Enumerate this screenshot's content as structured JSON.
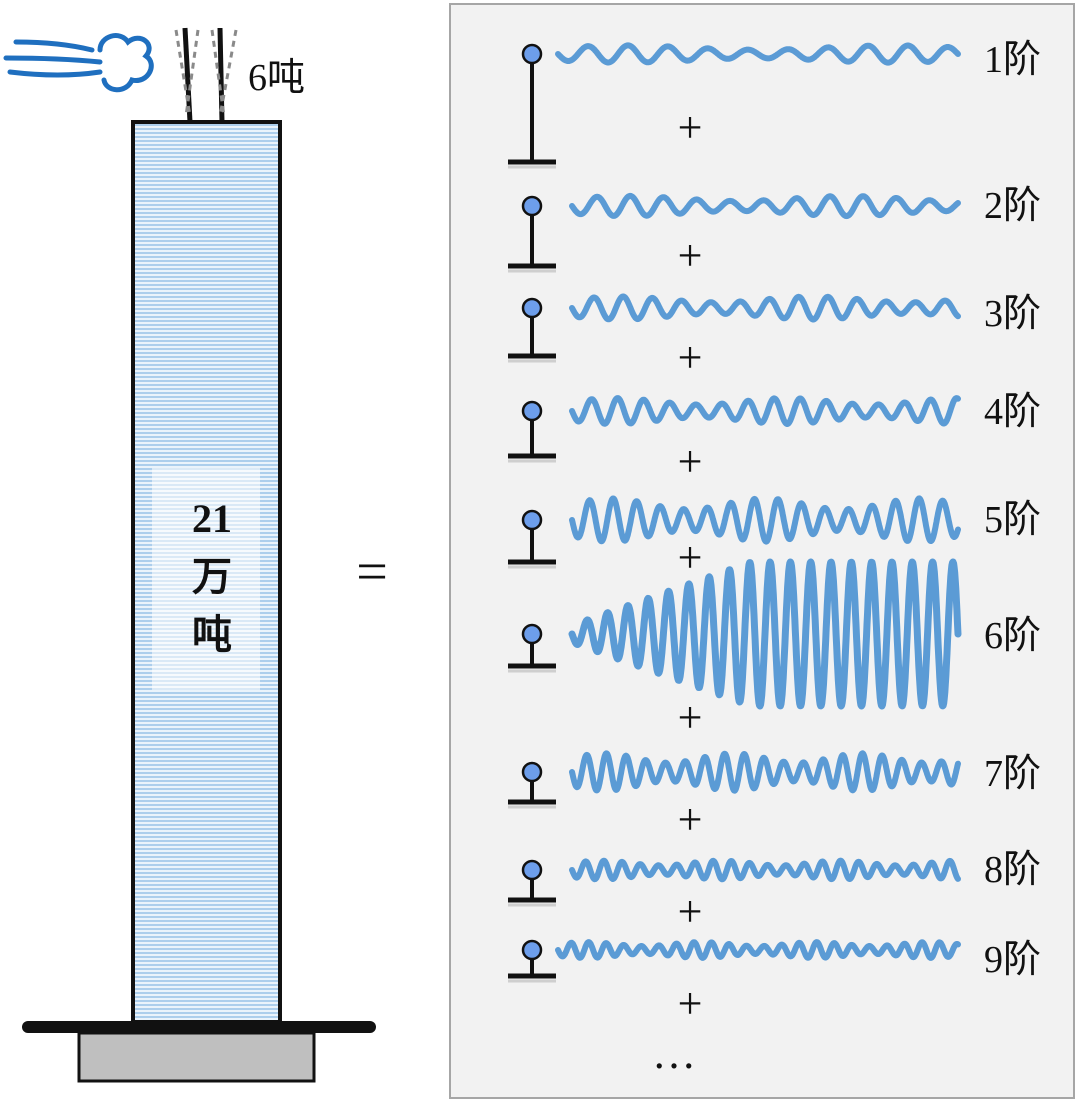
{
  "colors": {
    "wave": "#5b9bd5",
    "wind": "#1f6fbf",
    "tower_fill": "#eaf3fb",
    "tower_lines": "#6fa8dc",
    "panel_bg": "#f2f2f2",
    "panel_border": "#a6a6a6",
    "node_fill": "#6d9eeb",
    "foundation": "#bfbfbf"
  },
  "icons": {
    "wind": "wind-gust-icon"
  },
  "tower": {
    "top_mass_label": "6吨",
    "mass_line1": "21",
    "mass_line2": "万",
    "mass_line3": "吨"
  },
  "equals_sign": "=",
  "plus_sign": "+",
  "ellipsis": "…",
  "modes": [
    {
      "label": "1阶",
      "amplitude": 0.12,
      "growth": false
    },
    {
      "label": "2阶",
      "amplitude": 0.14,
      "growth": false
    },
    {
      "label": "3阶",
      "amplitude": 0.16,
      "growth": false
    },
    {
      "label": "4阶",
      "amplitude": 0.18,
      "growth": false
    },
    {
      "label": "5阶",
      "amplitude": 0.3,
      "growth": false
    },
    {
      "label": "6阶",
      "amplitude": 1.0,
      "growth": true
    },
    {
      "label": "7阶",
      "amplitude": 0.26,
      "growth": false
    },
    {
      "label": "8阶",
      "amplitude": 0.13,
      "growth": false
    },
    {
      "label": "9阶",
      "amplitude": 0.11,
      "growth": false
    }
  ]
}
